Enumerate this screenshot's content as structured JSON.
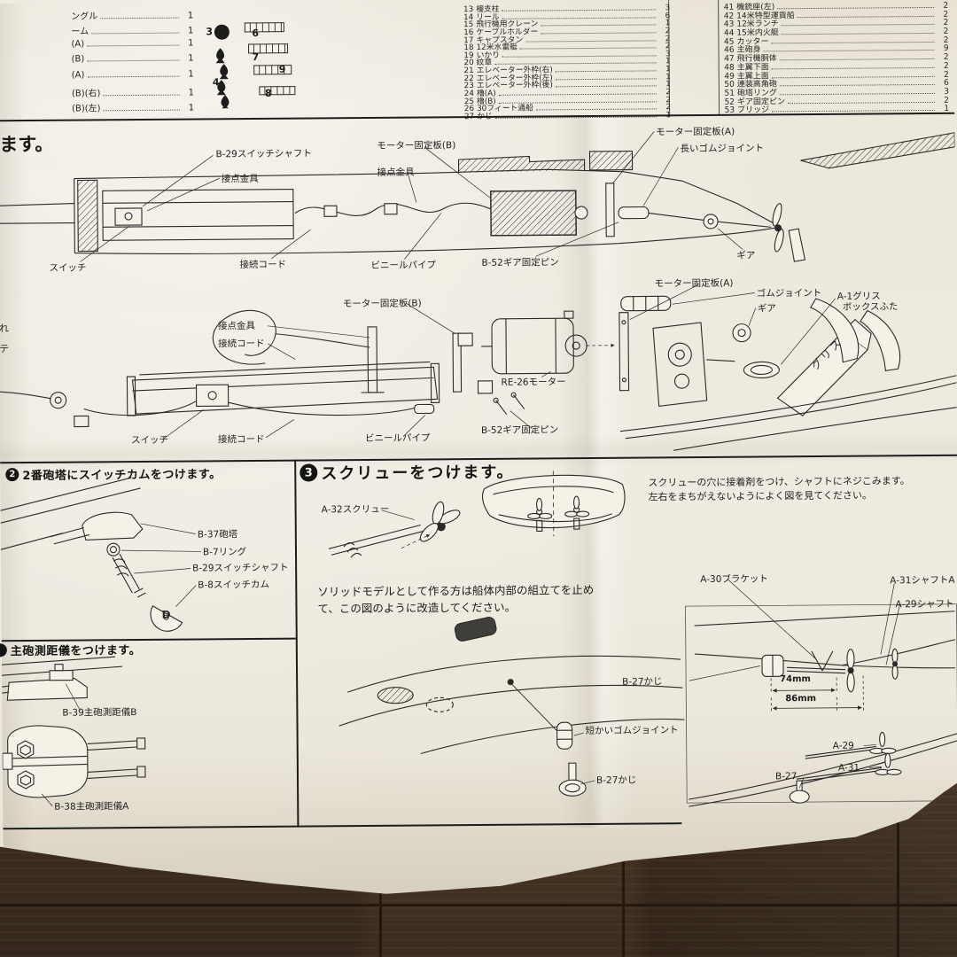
{
  "colors": {
    "paper": "#ece8dc",
    "ink": "#1d1d1b",
    "wood_dark": "#3f2e21",
    "wood_light": "#57402c",
    "diagram_fill": "#f4f1e7"
  },
  "parts": {
    "left": [
      {
        "name": "ングル",
        "qty": "1"
      },
      {
        "name": "ーム",
        "qty": "1"
      },
      {
        "name": "(A)",
        "qty": "1"
      },
      {
        "name": "(B)",
        "qty": "1"
      },
      {
        "name": "(A)",
        "qty": "1"
      },
      {
        "name": "(B)(右)",
        "qty": "1"
      },
      {
        "name": "(B)(左)",
        "qty": "1"
      }
    ],
    "mid": [
      {
        "no": "13",
        "name": "檣支柱",
        "qty": "3"
      },
      {
        "no": "14",
        "name": "リール",
        "qty": "6"
      },
      {
        "no": "15",
        "name": "飛行機用クレーン",
        "qty": "1"
      },
      {
        "no": "16",
        "name": "ケーブルホルダー",
        "qty": "2"
      },
      {
        "no": "17",
        "name": "キャプスタン",
        "qty": "2"
      },
      {
        "no": "18",
        "name": "12米水雷艇",
        "qty": "2"
      },
      {
        "no": "19",
        "name": "いかり",
        "qty": "3"
      },
      {
        "no": "20",
        "name": "紋章",
        "qty": "1"
      },
      {
        "no": "21",
        "name": "エレベーター外枠(右)",
        "qty": "1"
      },
      {
        "no": "22",
        "name": "エレベーター外枠(左)",
        "qty": "1"
      },
      {
        "no": "23",
        "name": "エレベーター外枠(後)",
        "qty": "1"
      },
      {
        "no": "24",
        "name": "櫓(A)",
        "qty": "2"
      },
      {
        "no": "25",
        "name": "櫓(B)",
        "qty": "2"
      },
      {
        "no": "26",
        "name": "30フィート通船",
        "qty": "2"
      },
      {
        "no": "27",
        "name": "かじ",
        "qty": "1"
      }
    ],
    "right": [
      {
        "no": "41",
        "name": "機銃座(左)",
        "qty": "2"
      },
      {
        "no": "42",
        "name": "14米特型運貨船",
        "qty": "2"
      },
      {
        "no": "43",
        "name": "12米ランチ",
        "qty": "2"
      },
      {
        "no": "44",
        "name": "15米内火艇",
        "qty": "2"
      },
      {
        "no": "45",
        "name": "カッター",
        "qty": "2"
      },
      {
        "no": "46",
        "name": "主砲身",
        "qty": "9"
      },
      {
        "no": "47",
        "name": "飛行機胴体",
        "qty": "2"
      },
      {
        "no": "48",
        "name": "主翼下面",
        "qty": "2"
      },
      {
        "no": "49",
        "name": "主翼上面",
        "qty": "2"
      },
      {
        "no": "50",
        "name": "連装高角砲",
        "qty": "6"
      },
      {
        "no": "51",
        "name": "砲塔リング",
        "qty": "3"
      },
      {
        "no": "52",
        "name": "ギア固定ピン",
        "qty": "2"
      },
      {
        "no": "53",
        "name": "ブリッジ",
        "qty": "1"
      }
    ]
  },
  "badges": [
    "3",
    "6",
    "7",
    "9",
    "4",
    "8"
  ],
  "fragments": {
    "headline": "ます。",
    "edge1": "れ",
    "edge2": "テ"
  },
  "sections": {
    "s2": {
      "num": "2",
      "title": "2番砲塔にスイッチカムをつけます。"
    },
    "s3": {
      "num": "3",
      "title": "スクリューをつけます。",
      "note1": "スクリューの穴に接着剤をつけ、シャフトにネジこみます。",
      "note2": "左右をまちがえないようによく図を見てください。",
      "solid1": "ソリッドモデルとして作る方は船体内部の組立てを止め",
      "solid2": "て、この図のように改造してください。"
    },
    "rf": {
      "title": "主砲測距儀をつけます。"
    }
  },
  "labels": {
    "switch_shaft": "B-29スイッチシャフト",
    "motor_plate_b": "モーター固定板(B)",
    "motor_plate_a": "モーター固定板(A)",
    "long_joint": "長いゴムジョイント",
    "contact": "接点金具",
    "switch": "スイッチ",
    "cord": "接続コード",
    "vinyl_pipe": "ビニールパイプ",
    "gear_pin": "B-52ギア固定ピン",
    "gear": "ギア",
    "joint": "ゴムジョイント",
    "grease_lid1": "A-1グリス",
    "grease_lid2": "ボックスふた",
    "motor": "RE-26モーター",
    "grease": "グリス",
    "turret": "B-37砲塔",
    "ring": "B-7リング",
    "cam": "B-8スイッチカム",
    "cam_letter": "D",
    "rf_b": "B-39主砲測距儀B",
    "rf_a": "B-38主砲測距儀A",
    "screw": "A-32スクリュー",
    "bracket": "A-30ブラケット",
    "shaft_a": "A-31シャフトA",
    "shaft_b": "A-29シャフト",
    "rudder": "B-27かじ",
    "dim74": "74mm",
    "dim86": "86mm",
    "short_joint": "短かいゴムジョイント",
    "p_a29": "A-29",
    "p_a31": "A-31",
    "p_b27": "B-27"
  }
}
